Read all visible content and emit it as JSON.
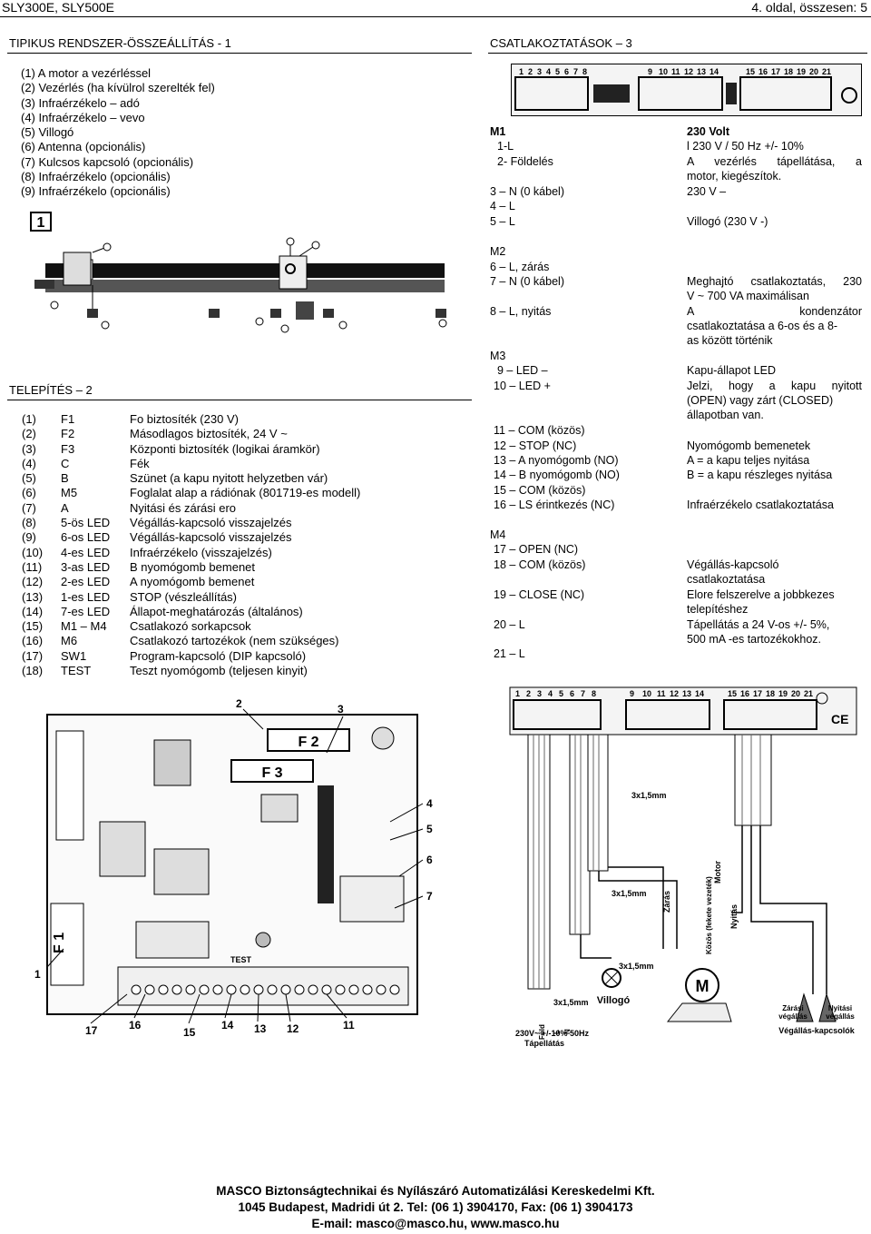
{
  "header": {
    "left": "SLY300E, SLY500E",
    "right": "4. oldal, összesen: 5"
  },
  "section1": {
    "title": "TIPIKUS RENDSZER-ÖSSZEÁLLÍTÁS - 1",
    "items": [
      "(1) A motor a vezérléssel",
      "(2) Vezérlés (ha kívülrol szerelték fel)",
      "(3) Infraérzékelo – adó",
      "(4) Infraérzékelo – vevo",
      "(5) Villogó",
      "(6) Antenna (opcionális)",
      "(7) Kulcsos kapcsoló (opcionális)",
      "(8) Infraérzékelo (opcionális)",
      "(9) Infraérzékelo (opcionális)"
    ],
    "figure_label": "1"
  },
  "section2": {
    "title": "TELEPÍTÉS – 2",
    "items": [
      {
        "num": "(1)",
        "code": "F1",
        "desc": "Fo biztosíték (230 V)"
      },
      {
        "num": "(2)",
        "code": "F2",
        "desc": "Másodlagos biztosíték, 24 V ~"
      },
      {
        "num": "(3)",
        "code": "F3",
        "desc": "Központi biztosíték (logikai áramkör)"
      },
      {
        "num": "(4)",
        "code": "C",
        "desc": "Fék"
      },
      {
        "num": "(5)",
        "code": "B",
        "desc": "Szünet (a kapu nyitott helyzetben vár)"
      },
      {
        "num": "(6)",
        "code": "M5",
        "desc": "Foglalat alap a rádiónak (801719-es modell)"
      },
      {
        "num": "(7)",
        "code": "A",
        "desc": "Nyitási és zárási ero"
      },
      {
        "num": "(8)",
        "code": "5-ös LED",
        "desc": "Végállás-kapcsoló visszajelzés"
      },
      {
        "num": "(9)",
        "code": "6-os LED",
        "desc": "Végállás-kapcsoló visszajelzés"
      },
      {
        "num": "(10)",
        "code": "4-es LED",
        "desc": "Infraérzékelo (visszajelzés)"
      },
      {
        "num": "(11)",
        "code": "3-as LED",
        "desc": "B nyomógomb bemenet"
      },
      {
        "num": "(12)",
        "code": "2-es LED",
        "desc": "A nyomógomb bemenet"
      },
      {
        "num": "(13)",
        "code": "1-es LED",
        "desc": "STOP (vészleállítás)"
      },
      {
        "num": "(14)",
        "code": "7-es LED",
        "desc": "Állapot-meghatározás (általános)"
      },
      {
        "num": "(15)",
        "code": "M1 – M4",
        "desc": "Csatlakozó sorkapcsok"
      },
      {
        "num": "(16)",
        "code": "M6",
        "desc": "Csatlakozó tartozékok (nem szükséges)"
      },
      {
        "num": "(17)",
        "code": "SW1",
        "desc": "Program-kapcsoló (DIP kapcsoló)"
      },
      {
        "num": "(18)",
        "code": "TEST",
        "desc": "Teszt nyomógomb (teljesen kinyit)"
      }
    ]
  },
  "section3": {
    "title": "CSATLAKOZTATÁSOK – 3",
    "m1": {
      "label": "M1",
      "value": "230 Volt",
      "r1_left": "1-L",
      "r1_right": "l 230 V / 50 Hz +/- 10%",
      "r2_left": "2- Földelés",
      "r2_right_a": "A vezérlés tápellátása, a",
      "r2_right_b": "motor, kiegészítok.",
      "r3_left": "3 – N (0 kábel)",
      "r3_right": "230 V –",
      "r4_left": "4 – L",
      "r5_left": "5 – L",
      "r5_right": "Villogó (230 V -)"
    },
    "m2": {
      "label": "M2",
      "r1_left": "6 – L, zárás",
      "r2_left": "7 – N (0 kábel)",
      "r2_right_a": "Meghajtó csatlakoztatás, 230",
      "r2_right_b": "V ~ 700 VA maximálisan",
      "r3_left": "8 – L, nyitás",
      "r3_right_a": "A kondenzátor",
      "r3_right_b": "csatlakoztatása a 6-os és a 8-",
      "r3_right_c": "as között történik"
    },
    "m3": {
      "label": "M3",
      "r1_left": "9 – LED –",
      "r1_right": "Kapu-állapot LED",
      "r2_left": "10 – LED +",
      "r2_right_a": "Jelzi, hogy a kapu nyitott",
      "r2_right_b": "(OPEN) vagy zárt (CLOSED)",
      "r2_right_c": "állapotban van.",
      "r3_left": "11 – COM (közös)",
      "r4_left": "12 – STOP (NC)",
      "r4_right": "Nyomógomb bemenetek",
      "r5_left": "13 – A nyomógomb (NO)",
      "r5_right": "A = a kapu teljes nyitása",
      "r6_left": "14 – B nyomógomb (NO)",
      "r6_right": "B = a kapu részleges nyitása",
      "r7_left": "15 – COM (közös)",
      "r8_left": "16 – LS érintkezés (NC)",
      "r8_right": "Infraérzékelo csatlakoztatása"
    },
    "m4": {
      "label": "M4",
      "r1_left": "17 – OPEN (NC)",
      "r2_left": "18 – COM (közös)",
      "r2_right_a": "Végállás-kapcsoló",
      "r2_right_b": "csatlakoztatása",
      "r3_left": "19 – CLOSE (NC)",
      "r3_right_a": "Elore felszerelve a jobbkezes",
      "r3_right_b": "telepítéshez",
      "r4_left": "20 – L",
      "r4_right_a": "Tápellátás a 24 V-os +/- 5%,",
      "r4_right_b": "500 mA -es tartozékokhoz.",
      "r5_left": "21 – L"
    }
  },
  "wiring": {
    "terminals": [
      "1",
      "2",
      "3",
      "4",
      "5",
      "6",
      "7",
      "8",
      "9",
      "10",
      "11",
      "12",
      "13",
      "14",
      "15",
      "16",
      "17",
      "18",
      "19",
      "20",
      "21"
    ],
    "cable1": "3x1,5mm",
    "cable2": "3x1,5mm",
    "cable3": "3x1,5mm",
    "cable4": "3x1,5mm",
    "label_zaras": "Zárás",
    "label_kozos": "Közös (fekete vezeték)",
    "label_nyitas": "Nyitás",
    "label_motor": "Motor",
    "motor_symbol": "M",
    "label_villogo": "Villogó",
    "label_fold": "Föld",
    "label_l": "L",
    "label_n": "N",
    "supply_a": "230V~ +/-10% 50Hz",
    "supply_b": "Tápellátás",
    "ls_closing_a": "Zárási",
    "ls_closing_b": "végállás",
    "ls_opening_a": "Nyitási",
    "ls_opening_b": "végállás",
    "ls_caption": "Végállás-kapcsolók",
    "ce": "CE"
  },
  "board": {
    "fuse2": "F 2",
    "fuse3": "F 3",
    "fuse1": "F 1",
    "test": "TEST",
    "callouts": [
      "1",
      "2",
      "3",
      "4",
      "5",
      "6",
      "7",
      "11",
      "12",
      "13",
      "14",
      "15",
      "16",
      "17"
    ]
  },
  "footer": {
    "line1": "MASCO Biztonságtechnikai és Nyílászáró Automatizálási Kereskedelmi Kft.",
    "line2": "1045 Budapest, Madridi út 2. Tel: (06 1) 3904170, Fax: (06 1) 3904173",
    "line3": "E-mail: masco@masco.hu, www.masco.hu"
  }
}
